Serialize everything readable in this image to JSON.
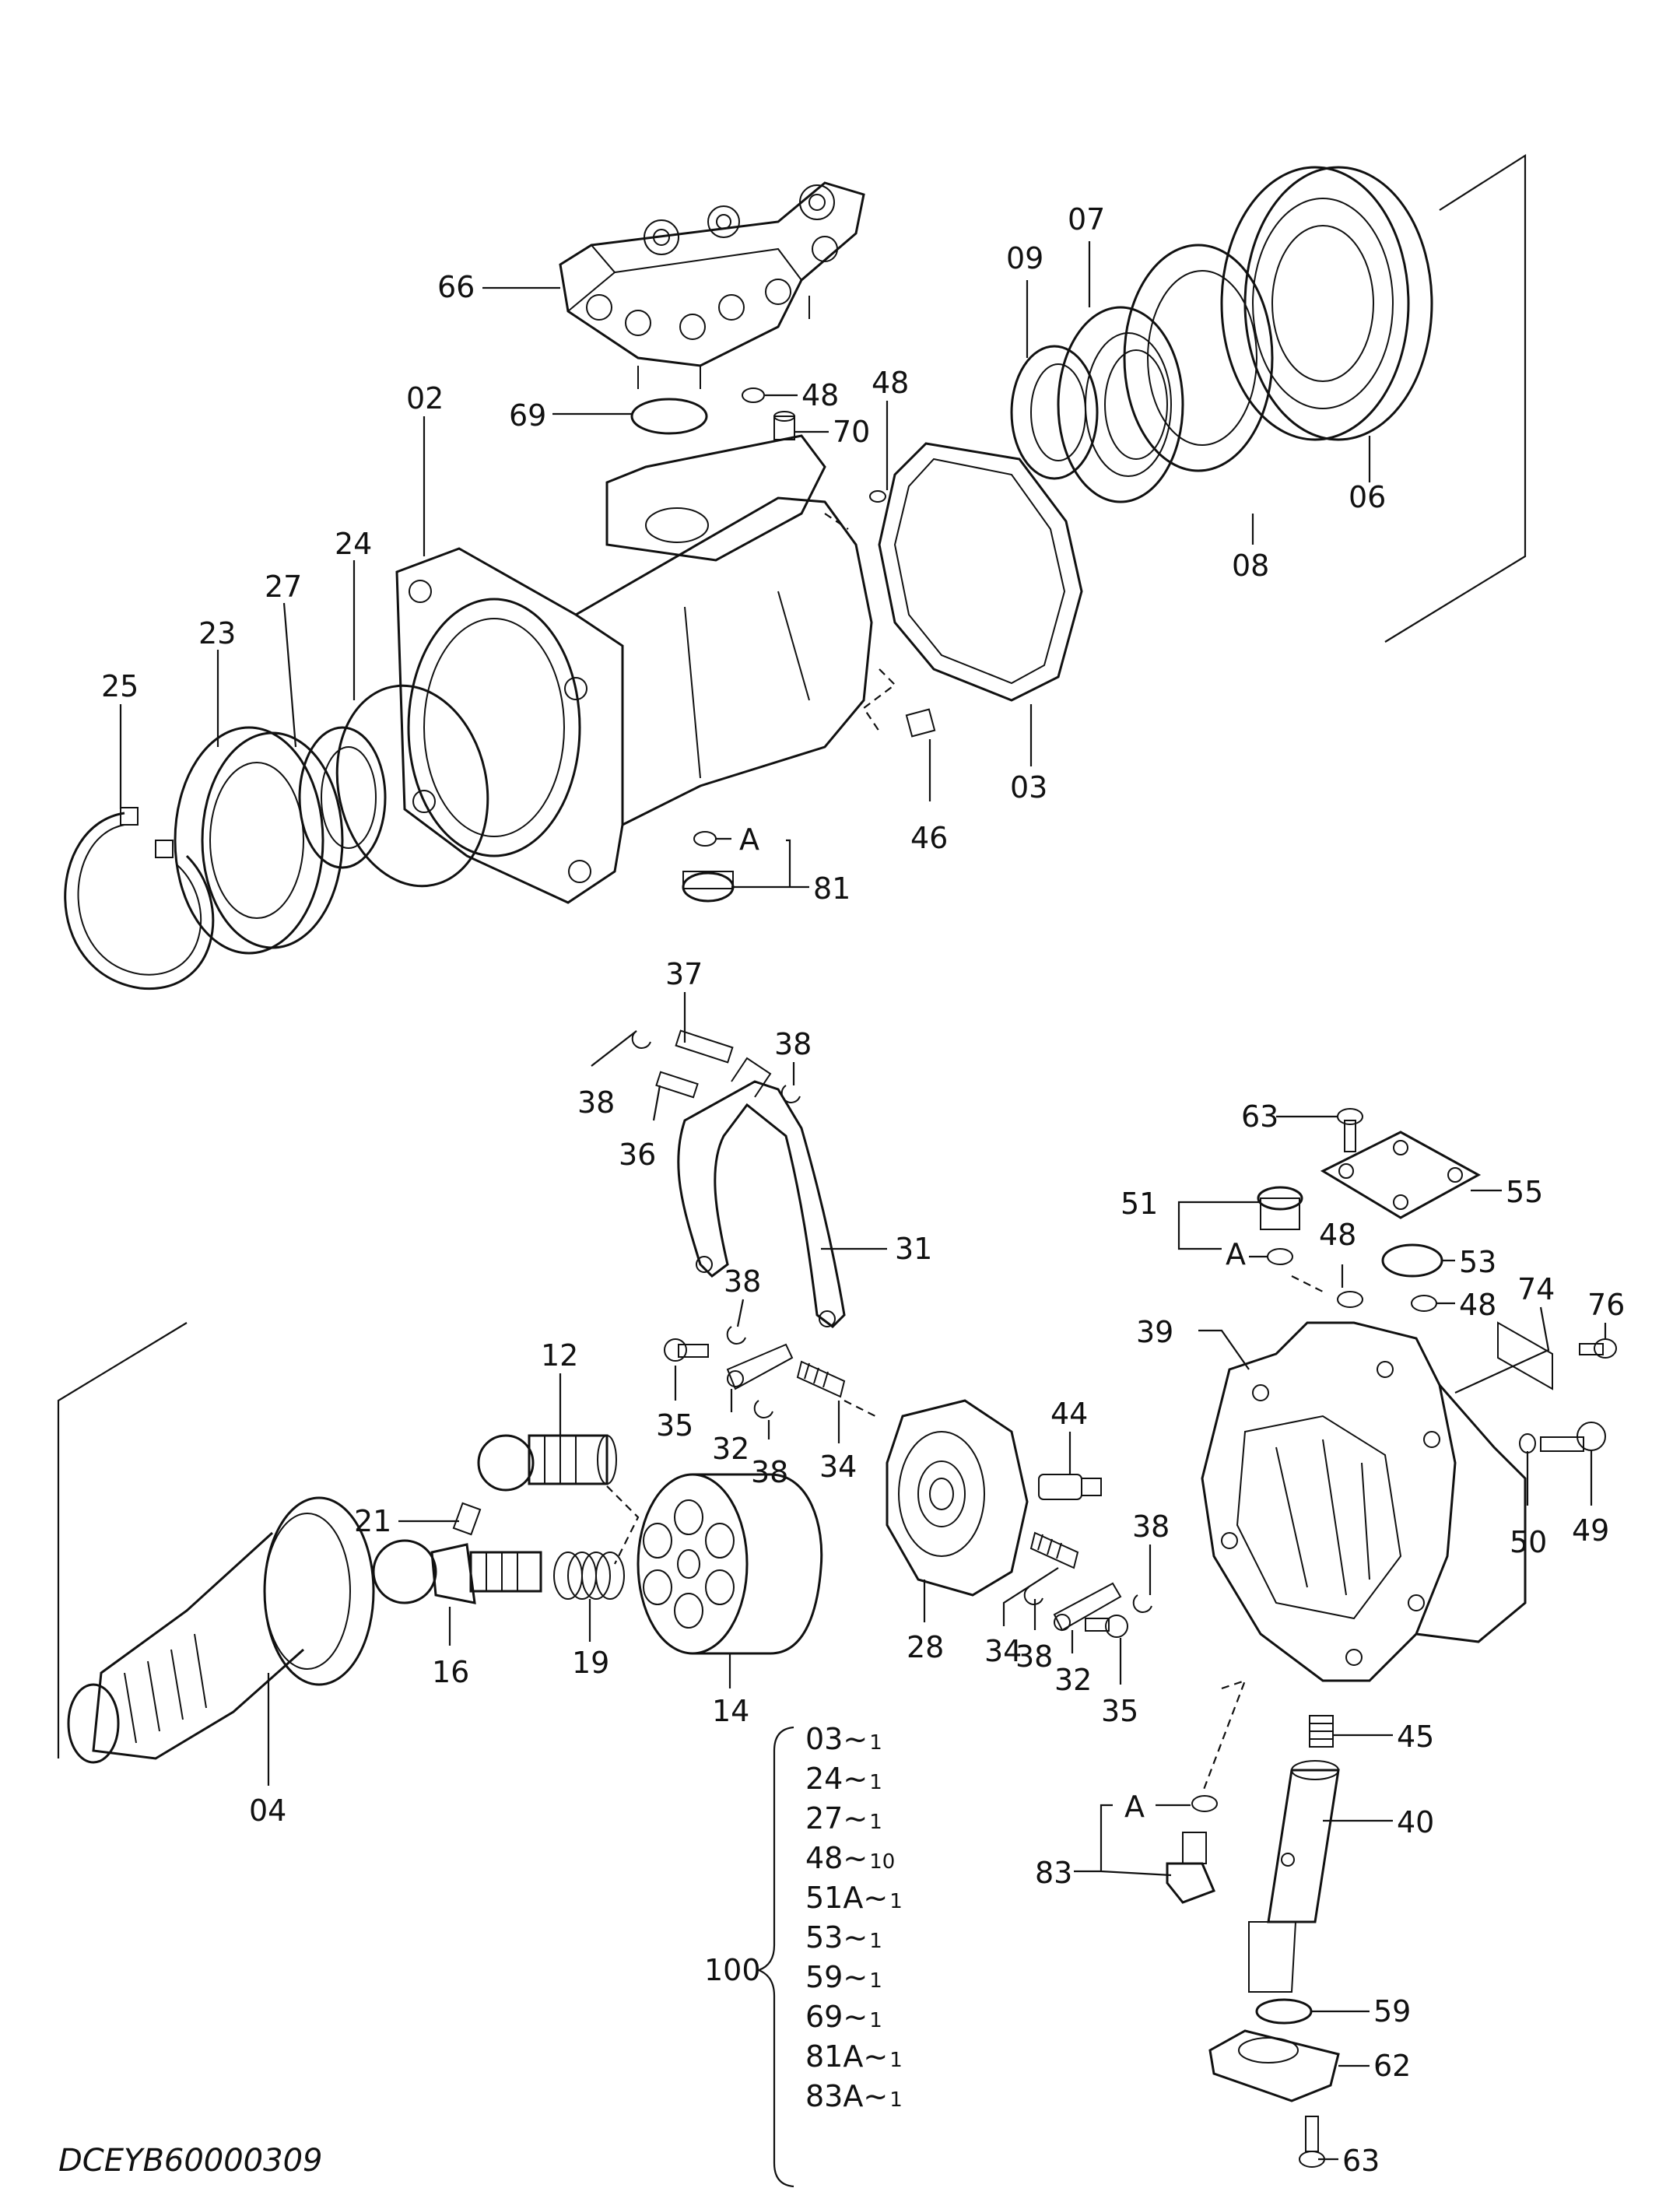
{
  "labels": {
    "p66": "66",
    "p69": "69",
    "p48a": "48",
    "p70": "70",
    "p48b": "48",
    "p02": "02",
    "p09": "09",
    "p07": "07",
    "p06": "06",
    "p08": "08",
    "p24": "24",
    "p27": "27",
    "p23": "23",
    "p25": "25",
    "p03": "03",
    "p46": "46",
    "a1": "A",
    "p81": "81",
    "p37": "37",
    "p38a": "38",
    "p38b": "38",
    "p36": "36",
    "p31": "31",
    "p38c": "38",
    "p35a": "35",
    "p32a": "32",
    "p38d": "38",
    "p34a": "34",
    "p12": "12",
    "p21": "21",
    "p16": "16",
    "p19": "19",
    "p14": "14",
    "p04": "04",
    "p28": "28",
    "p44": "44",
    "p38e": "38",
    "p34b": "34",
    "p38f": "38",
    "p32b": "32",
    "p35b": "35",
    "p63a": "63",
    "p55": "55",
    "p51": "51",
    "a2": "A",
    "p48c": "48",
    "p53": "53",
    "p48d": "48",
    "p74": "74",
    "p76": "76",
    "p39": "39",
    "p50": "50",
    "p49": "49",
    "p45": "45",
    "p40": "40",
    "a3": "A",
    "p83": "83",
    "p59": "59",
    "p62": "62",
    "p63b": "63"
  },
  "kit": {
    "number": "100",
    "items": [
      {
        "part": "03",
        "qty": "1"
      },
      {
        "part": "24",
        "qty": "1"
      },
      {
        "part": "27",
        "qty": "1"
      },
      {
        "part": "48",
        "qty": "10"
      },
      {
        "part": "51A",
        "qty": "1"
      },
      {
        "part": "53",
        "qty": "1"
      },
      {
        "part": "59",
        "qty": "1"
      },
      {
        "part": "69",
        "qty": "1"
      },
      {
        "part": "81A",
        "qty": "1"
      },
      {
        "part": "83A",
        "qty": "1"
      }
    ]
  },
  "drawing_code": "DCEYB60000309"
}
